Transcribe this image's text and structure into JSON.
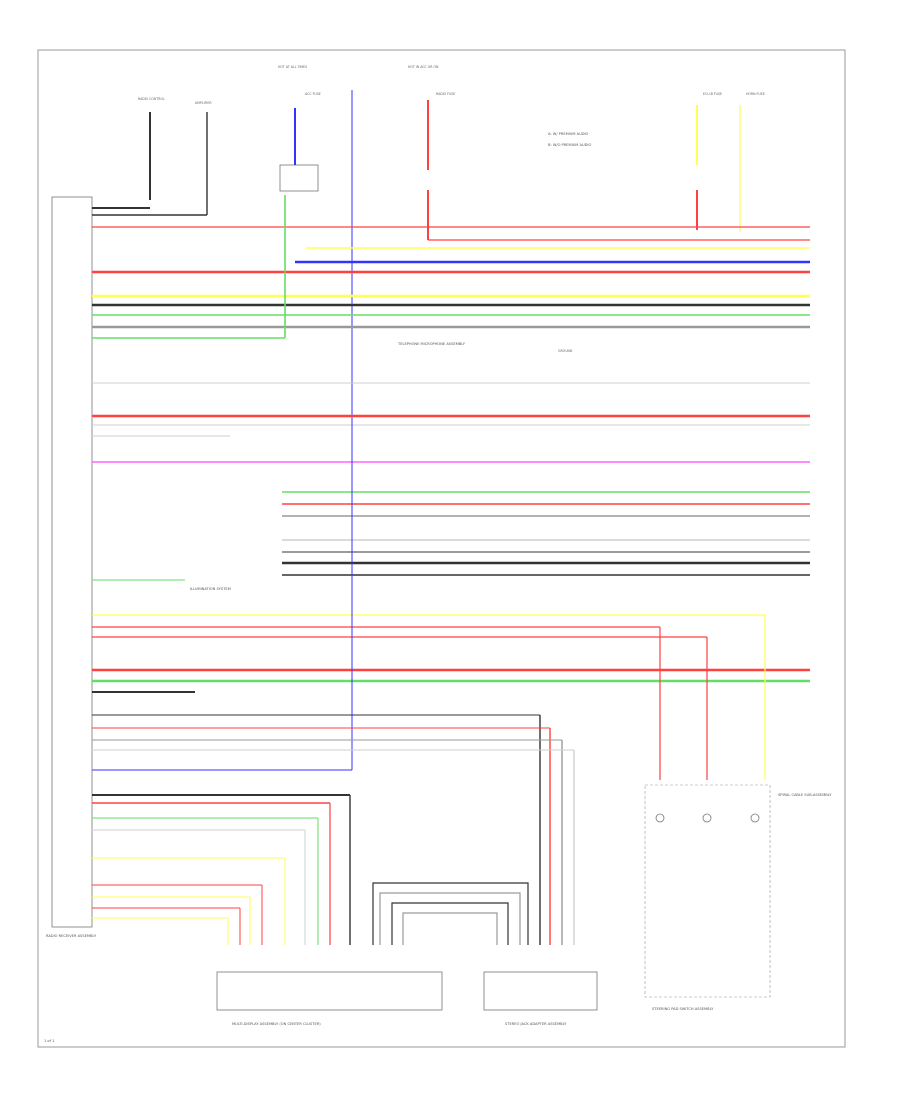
{
  "diagram": {
    "page_number": "1 of 1",
    "legend": [
      "A: W/ PREMIUM AUDIO",
      "B: W/O PREMIUM AUDIO"
    ],
    "components": {
      "radio": "RADIO RECEIVER ASSEMBLY",
      "multi_display": "MULTI-DISPLAY ASSEMBLY (ON CENTER CLUSTER)",
      "stereo_jack": "STEREO JACK ADAPTER ASSEMBLY",
      "steering_switch": "STEERING PAD SWITCH ASSEMBLY",
      "spiral_cable": "SPIRAL CABLE SUB-ASSEMBLY",
      "telephone_mic": "TELEPHONE MICROPHONE ASSEMBLY",
      "illumination": "ILLUMINATION SYSTEM",
      "ground": "GROUND"
    },
    "top_labels": [
      "RADIO CONTROL",
      "AMPLIFIER",
      "HOT AT ALL TIMES",
      "HOT IN ACC OR ON",
      "ACC FUSE",
      "RADIO FUSE",
      "ECU-B FUSE",
      "HORN FUSE"
    ],
    "colors": {
      "red": "#ff4040",
      "yellow": "#ffff55",
      "green": "#66dd66",
      "blue": "#3333ff",
      "pink": "#ff66ff",
      "black": "#333333",
      "gray": "#9a9a9a",
      "light_gray": "#cfcfcf"
    }
  }
}
